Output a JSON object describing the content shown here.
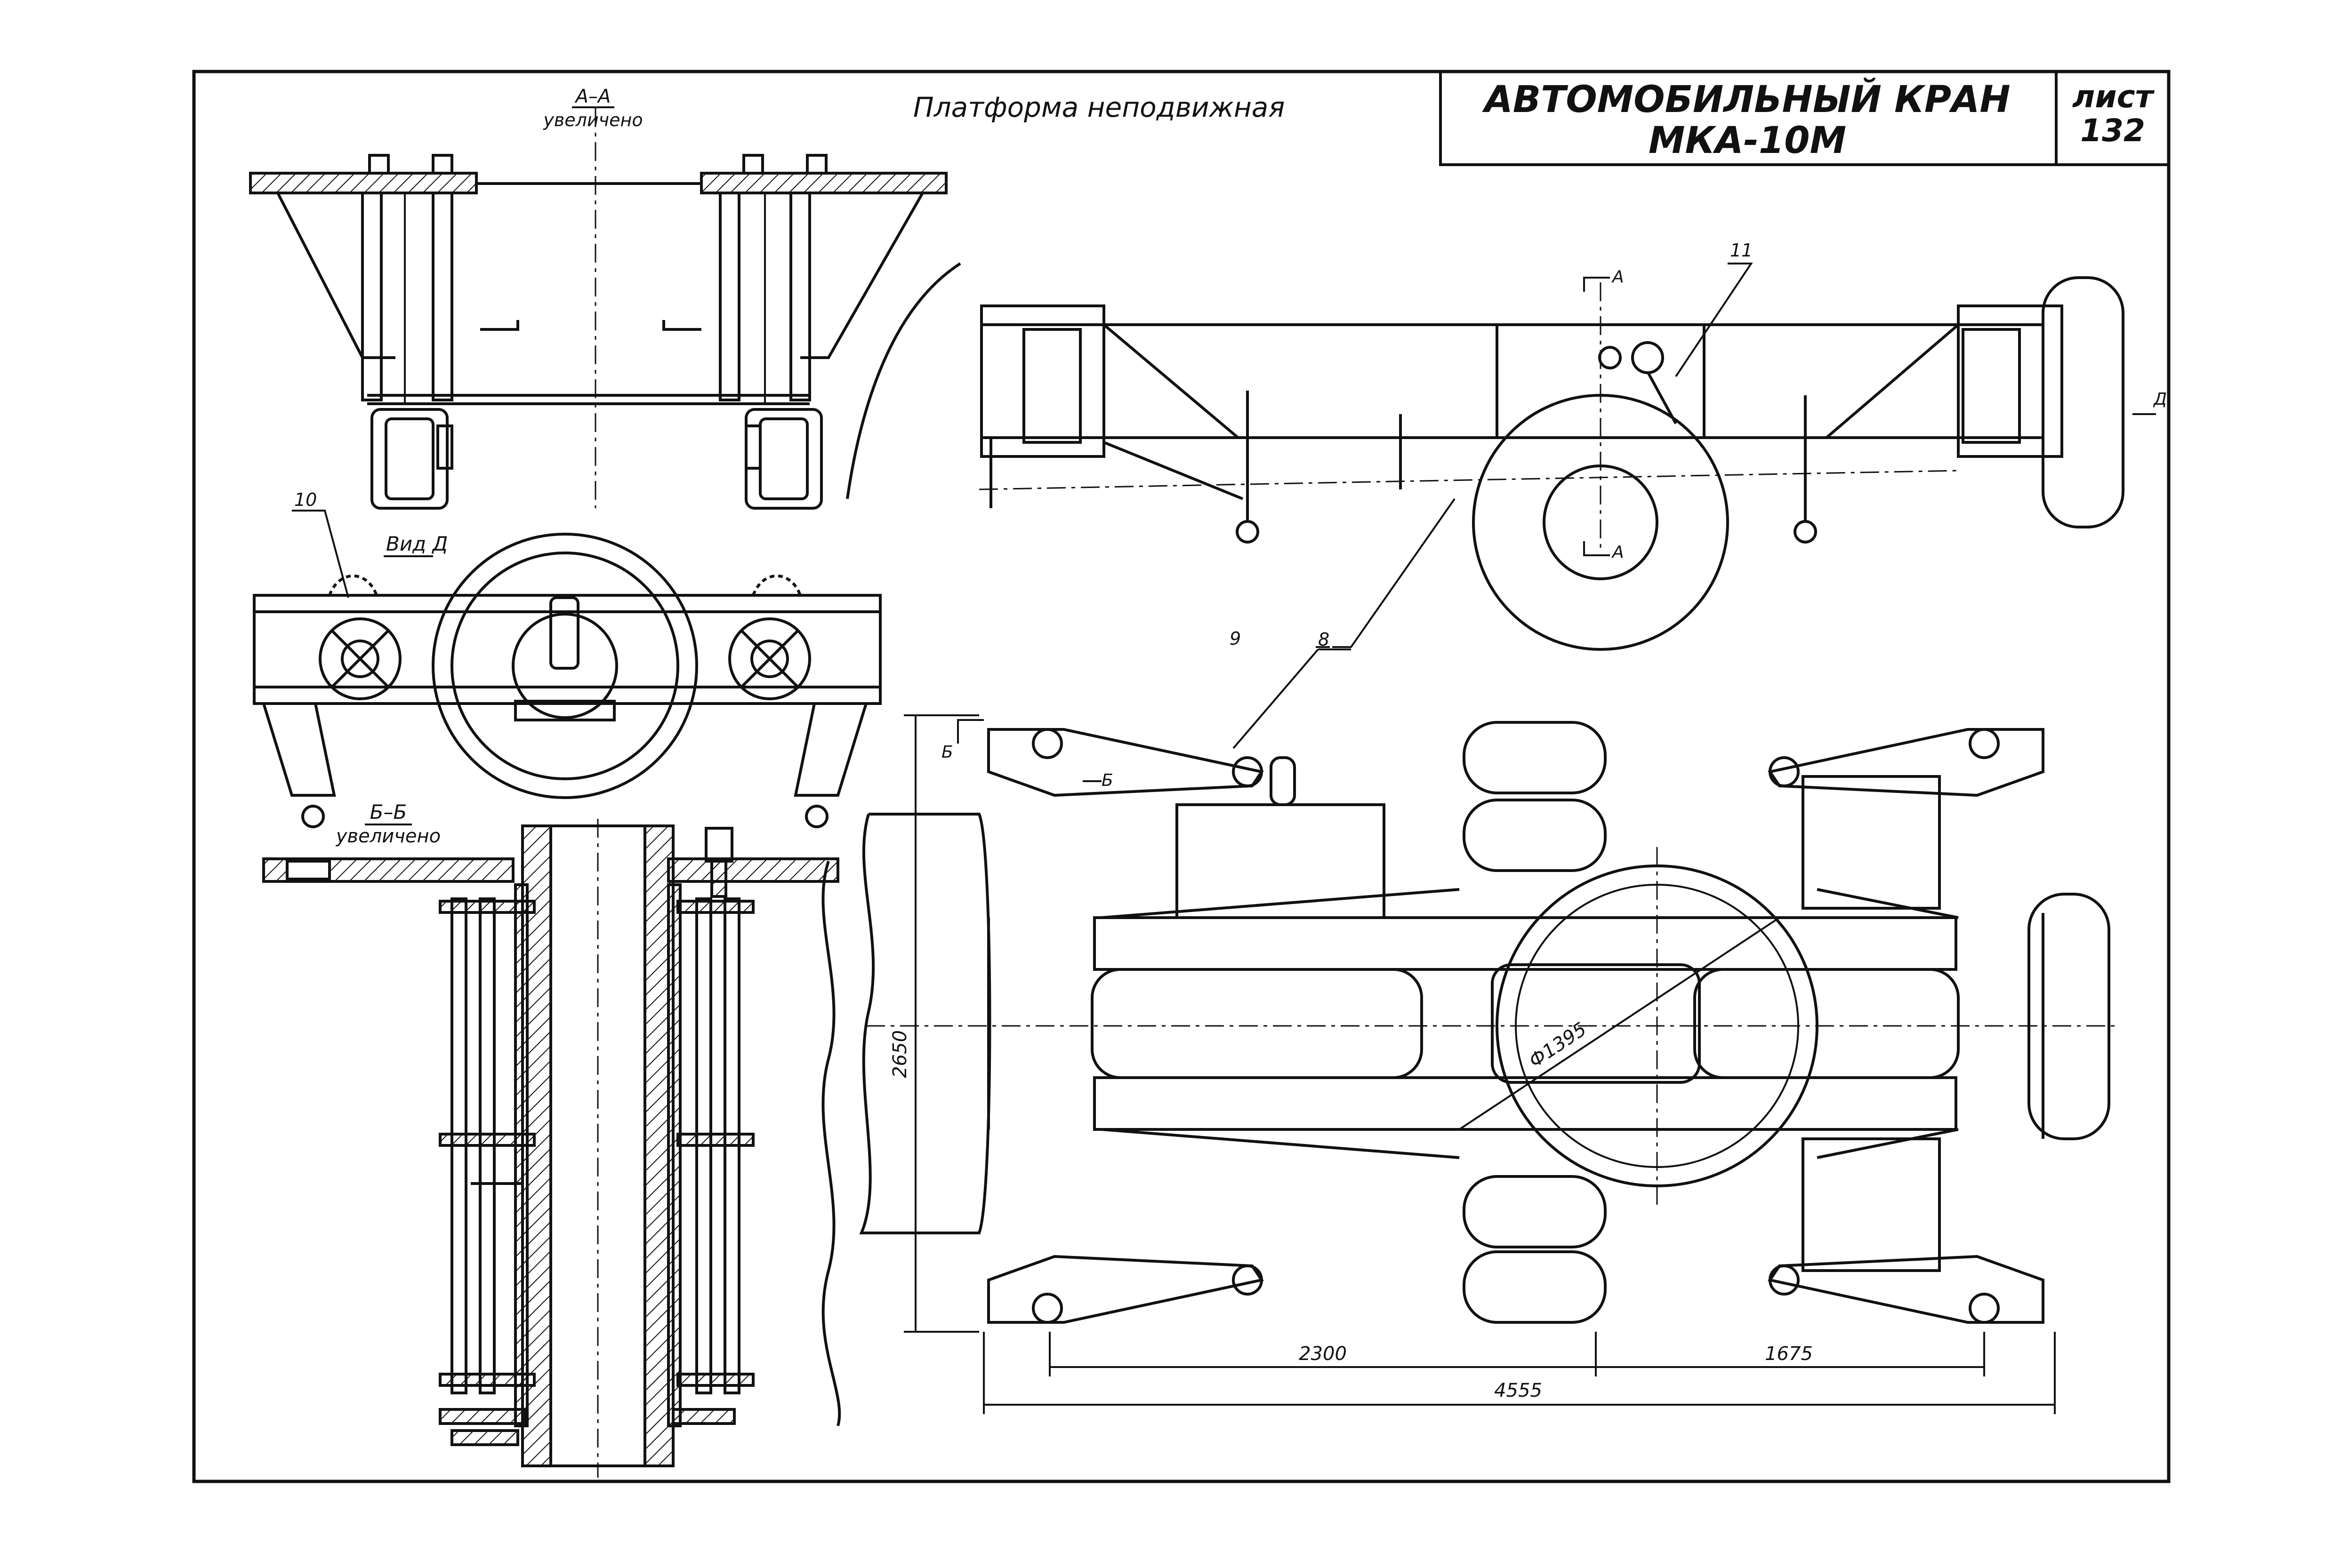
{
  "title_block": {
    "title_line1": "АВТОМОБИЛЬНЫЙ КРАН",
    "title_line2": "МКА-10М",
    "sheet_word": "лист",
    "sheet_number": "132"
  },
  "header": {
    "caption": "Платформа неподвижная"
  },
  "views": {
    "section_aa_label": "А–А",
    "section_aa_note": "увеличено",
    "view_d_label": "Вид Д",
    "section_bb_label": "Б–Б",
    "section_bb_note": "увеличено"
  },
  "callouts": {
    "c8": "8",
    "c9": "9",
    "c10": "10",
    "c11": "11"
  },
  "markers": {
    "a_top": "А",
    "a_bottom": "А",
    "d_right": "Д",
    "b_1": "Б",
    "b_2": "Б"
  },
  "dimensions": {
    "width_2650": "2650",
    "diameter_1395": "Ф1395",
    "len_2300": "2300",
    "len_1675": "1675",
    "len_4555": "4555"
  },
  "colors": {
    "ink": "#111111",
    "paper": "#ffffff"
  }
}
